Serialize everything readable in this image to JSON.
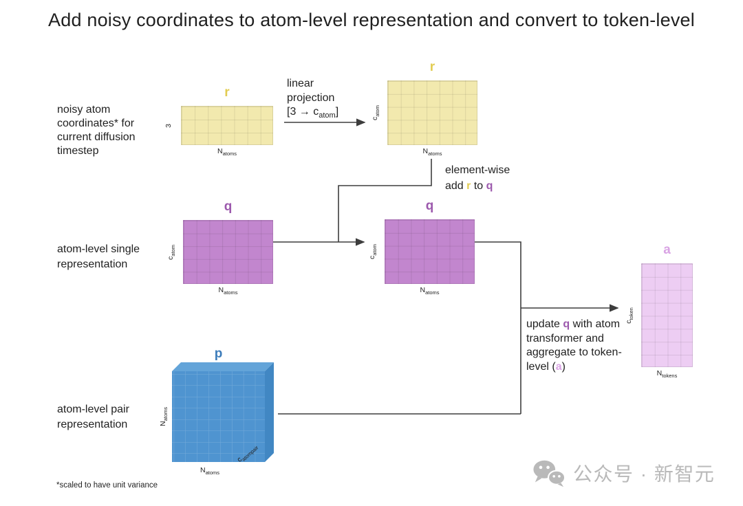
{
  "title": "Add noisy coordinates to atom-level representation and convert to token-level",
  "left_labels": {
    "noisy": [
      "noisy atom",
      "coordinates* for",
      "current diffusion",
      "timestep"
    ],
    "single": [
      "atom-level single",
      "representation"
    ],
    "pair": [
      "atom-level pair",
      "representation"
    ]
  },
  "annotations": {
    "linear_projection": {
      "line1": "linear",
      "line2": "projection",
      "bracket_prefix": "[3 → c",
      "bracket_sub": "atom",
      "bracket_suffix": "]"
    },
    "elementwise": {
      "line1": "element-wise",
      "add": "add ",
      "r": "r",
      "to": " to ",
      "q": "q"
    },
    "update": {
      "l1_pre": "update ",
      "l1_q": "q",
      "l1_post": " with atom",
      "l2": "transformer and",
      "l3": "aggregate to token-",
      "l4_pre": "level (",
      "l4_a": "a",
      "l4_post": ")"
    }
  },
  "matrices": {
    "r_small": {
      "name": "r",
      "rows": 3,
      "cols": 7,
      "row_label": {
        "base": "3",
        "sub": ""
      },
      "col_label": {
        "base": "N",
        "sub": "atoms"
      }
    },
    "r_proj": {
      "name": "r",
      "rows": 5,
      "cols": 7,
      "row_label": {
        "base": "c",
        "sub": "atom"
      },
      "col_label": {
        "base": "N",
        "sub": "atoms"
      }
    },
    "q_in": {
      "name": "q",
      "rows": 5,
      "cols": 7,
      "row_label": {
        "base": "c",
        "sub": "atom"
      },
      "col_label": {
        "base": "N",
        "sub": "atoms"
      }
    },
    "q_add": {
      "name": "q",
      "rows": 5,
      "cols": 7,
      "row_label": {
        "base": "c",
        "sub": "atom"
      },
      "col_label": {
        "base": "N",
        "sub": "atoms"
      }
    },
    "a_token": {
      "name": "a",
      "rows": 8,
      "cols": 4,
      "row_label": {
        "base": "c",
        "sub": "token"
      },
      "col_label": {
        "base": "N",
        "sub": "tokens"
      }
    },
    "p_pair": {
      "name": "p",
      "rows": 8,
      "cols": 8,
      "row_label": {
        "base": "N",
        "sub": "atoms"
      },
      "col_label": {
        "base": "N",
        "sub": "atoms"
      },
      "depth_label": {
        "base": "c",
        "sub": "atompair"
      }
    }
  },
  "footnote": "*scaled to have unit variance",
  "watermark": {
    "icon": "wechat-logo",
    "text": "公众号 · 新智元"
  },
  "colors": {
    "r_fill": "#f2e9ae",
    "r_label": "#e2cc52",
    "q_fill": "#c286ce",
    "q_label": "#9c59ad",
    "a_fill": "#edcdf3",
    "a_label": "#d9a3e4",
    "p_front": "#4f94d0",
    "p_top": "#63a4d9",
    "p_side": "#4187c3",
    "p_label": "#3c7cba",
    "line": "#3d3d3d",
    "text": "#1f1f1f",
    "watermark": "#b9b9b9"
  }
}
